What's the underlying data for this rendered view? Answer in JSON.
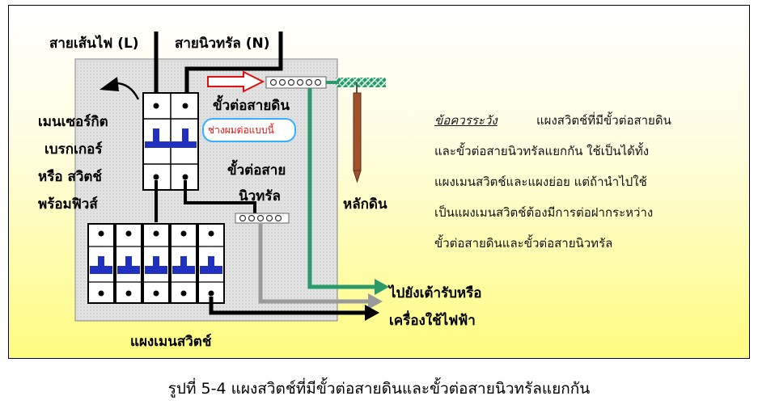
{
  "labels": {
    "live_wire": "สายเส้นไฟ (L)",
    "neutral_wire": "สายนิวทรัล (N)",
    "ground_terminal": "ขั้วต่อสายดิน",
    "neutral_terminal_1": "ขั้วต่อสาย",
    "neutral_terminal_2": "นิวทรัล",
    "ground_rod": "หลักดิน",
    "main_switch_1": "เมนเซอร์กิต",
    "main_switch_2": "เบรกเกอร์",
    "main_switch_3": "หรือ สวิตช์",
    "main_switch_4": "พร้อมฟิวส์",
    "panel_name": "แผงเมนสวิตช์",
    "to_outlet_1": "ไปยังเต้ารับหรือ",
    "to_outlet_2": "เครื่องใช้ไฟฟ้า",
    "installer_tag": "ช่างผมต่อแบบนี้"
  },
  "note": {
    "title": "ข้อควรระวัง",
    "lines": [
      "แผงสวิตช์ที่มีขั้วต่อสายดิน",
      "และขั้วต่อสายนิวทรัลแยกกัน  ใช้เป็นได้ทั้ง",
      "แผงเมนสวิตช์และแผงย่อย   แต่ถ้านำไปใช้",
      "เป็นแผงเมนสวิตช์ต้องมีการต่อฝากระหว่าง",
      "ขั้วต่อสายดินและขั้วต่อสายนิวทรัล"
    ]
  },
  "caption": "รูปที่ 5-4 แผงสวิตช์ที่มีขั้วต่อสายดินและขั้วต่อสายนิวทรัลแยกกัน",
  "colors": {
    "panel": "#dcdcdc",
    "breaker_handle": "#2030c0",
    "ground_wire": "#2a9a6a",
    "neutral_wire": "#9a9a9a",
    "live_wire": "#000000",
    "ground_rod": "#a0522d",
    "tag_border": "#35b0ff",
    "tag_text": "#e01010",
    "arrow_outline": "#e01010"
  }
}
